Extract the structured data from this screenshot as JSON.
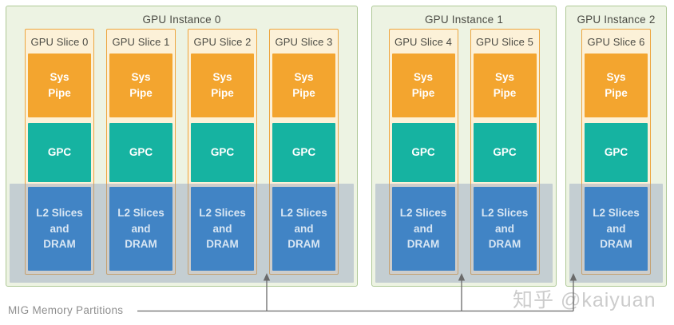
{
  "diagram": {
    "instances": [
      {
        "title": "GPU Instance 0",
        "slices": [
          {
            "label": "GPU Slice 0"
          },
          {
            "label": "GPU Slice 1"
          },
          {
            "label": "GPU Slice 2"
          },
          {
            "label": "GPU Slice 3"
          }
        ]
      },
      {
        "title": "GPU Instance 1",
        "slices": [
          {
            "label": "GPU Slice 4"
          },
          {
            "label": "GPU Slice 5"
          }
        ]
      },
      {
        "title": "GPU Instance 2",
        "slices": [
          {
            "label": "GPU Slice 6"
          }
        ]
      }
    ],
    "block_labels": {
      "sys_pipe": "Sys Pipe",
      "gpc": "GPC",
      "l2_dram": "L2 Slices and DRAM"
    },
    "mig_label": "MIG Memory Partitions",
    "watermark": "知乎 @kaiyuan",
    "colors": {
      "instance_bg": "#edf3e3",
      "instance_border": "#aec896",
      "slice_bg": "#fcf1d8",
      "slice_border": "#eda53f",
      "sys_pipe_fill": "#f3a52f",
      "gpc_fill": "#16b3a1",
      "l2_dram_fill": "#4184c5",
      "mig_band_fill": "rgba(140,155,185,0.42)",
      "line_color": "#6a6a6a",
      "label_color": "#8e8e8e",
      "watermark_color": "#cccccc"
    }
  }
}
